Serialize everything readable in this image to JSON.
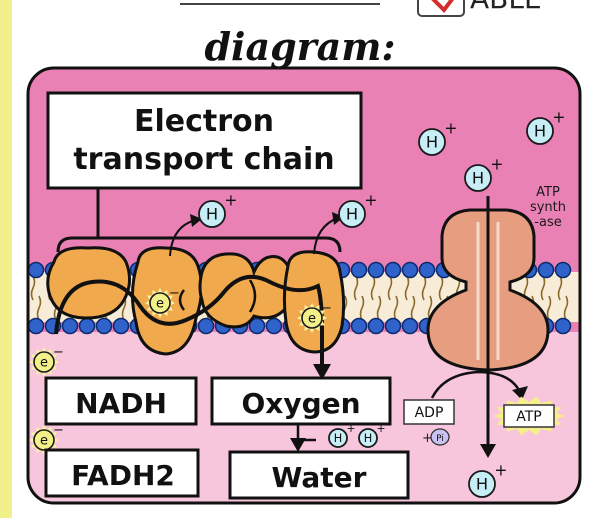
{
  "title": "diagram:",
  "header_partial": "ABLE",
  "labels": {
    "etc": [
      "Electron",
      "transport chain"
    ],
    "atp_synthase": [
      "ATP",
      "synth",
      "-ase"
    ],
    "nadh": "NADH",
    "fadh2": "FADH2",
    "oxygen": "Oxygen",
    "water": "Water",
    "adp": "ADP",
    "atp": "ATP",
    "pi_plus": "+",
    "pi": "Pi"
  },
  "ion": {
    "symbol": "H",
    "charge": "+"
  },
  "electron": {
    "symbol": "e",
    "charge": "−"
  },
  "colors": {
    "intermembrane": "#e981b4",
    "matrix": "#f7c6dc",
    "membrane_head": "#2f63c9",
    "protein": "#f0a94c",
    "synthase": "#e79d80",
    "ion_fill": "#c7eef7",
    "electron_fill": "#f3f08a",
    "outline": "#111111",
    "page_edge": "#f1f08a"
  }
}
